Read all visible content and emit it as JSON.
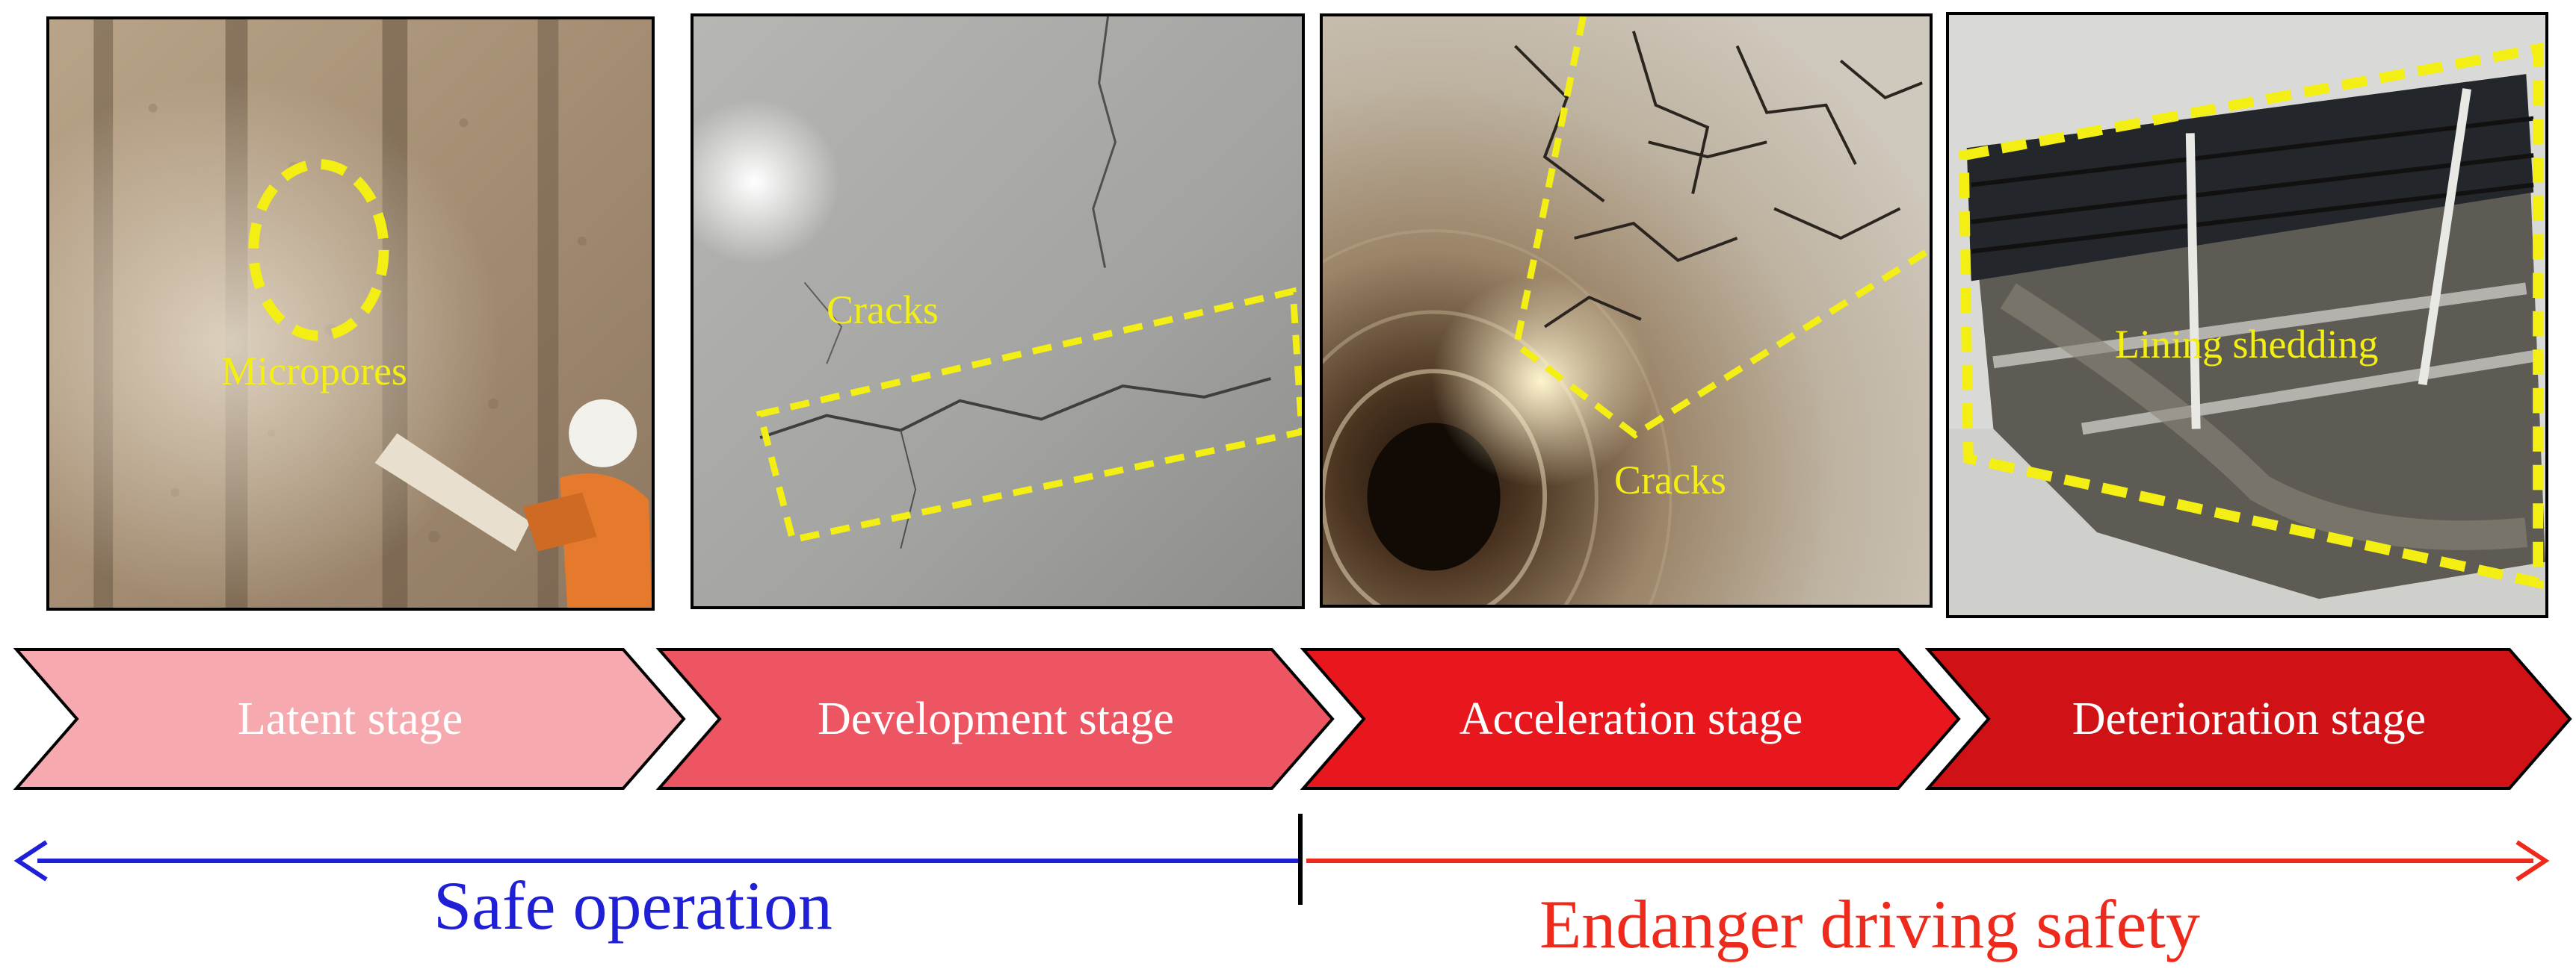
{
  "photos": [
    {
      "label": "Micropores"
    },
    {
      "label": "Cracks"
    },
    {
      "label": "Cracks"
    },
    {
      "label": "Lining shedding"
    }
  ],
  "stages": [
    {
      "label": "Latent stage",
      "color": "#f7a9b0"
    },
    {
      "label": "Development stage",
      "color": "#ee5563"
    },
    {
      "label": "Acceleration stage",
      "color": "#e7171d"
    },
    {
      "label": "Deterioration stage",
      "color": "#d01216"
    }
  ],
  "timeline": {
    "safe_label": "Safe operation",
    "safe_color": "#1f1fd6",
    "danger_label": "Endanger driving safety",
    "danger_color": "#ee2a1c"
  },
  "highlight_color": "#f3ee14"
}
